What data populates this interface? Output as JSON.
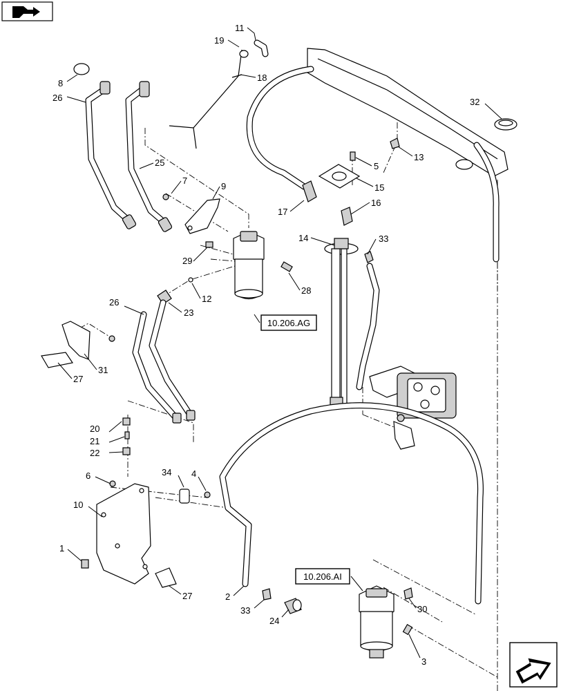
{
  "callouts": [
    {
      "id": "c1",
      "label": "1"
    },
    {
      "id": "c2",
      "label": "2"
    },
    {
      "id": "c3",
      "label": "3"
    },
    {
      "id": "c4",
      "label": "4"
    },
    {
      "id": "c5",
      "label": "5"
    },
    {
      "id": "c6",
      "label": "6"
    },
    {
      "id": "c7",
      "label": "7"
    },
    {
      "id": "c8",
      "label": "8"
    },
    {
      "id": "c9",
      "label": "9"
    },
    {
      "id": "c10",
      "label": "10"
    },
    {
      "id": "c11",
      "label": "11"
    },
    {
      "id": "c12",
      "label": "12"
    },
    {
      "id": "c13",
      "label": "13"
    },
    {
      "id": "c14",
      "label": "14"
    },
    {
      "id": "c15",
      "label": "15"
    },
    {
      "id": "c16",
      "label": "16"
    },
    {
      "id": "c17",
      "label": "17"
    },
    {
      "id": "c18",
      "label": "18"
    },
    {
      "id": "c19",
      "label": "19"
    },
    {
      "id": "c20",
      "label": "20"
    },
    {
      "id": "c21",
      "label": "21"
    },
    {
      "id": "c22",
      "label": "22"
    },
    {
      "id": "c23",
      "label": "23"
    },
    {
      "id": "c24",
      "label": "24"
    },
    {
      "id": "c25",
      "label": "25"
    },
    {
      "id": "c26a",
      "label": "26"
    },
    {
      "id": "c26b",
      "label": "26"
    },
    {
      "id": "c27a",
      "label": "27"
    },
    {
      "id": "c27b",
      "label": "27"
    },
    {
      "id": "c28",
      "label": "28"
    },
    {
      "id": "c29",
      "label": "29"
    },
    {
      "id": "c30",
      "label": "30"
    },
    {
      "id": "c31",
      "label": "31"
    },
    {
      "id": "c32",
      "label": "32"
    },
    {
      "id": "c33a",
      "label": "33"
    },
    {
      "id": "c33b",
      "label": "33"
    },
    {
      "id": "c34",
      "label": "34"
    }
  ],
  "references": {
    "upper_filter": "10.206.AG",
    "lower_filter": "10.206.AI"
  },
  "icons": {
    "top_left": "book-arrow-icon",
    "bottom_right": "next-page-arrow-icon"
  }
}
